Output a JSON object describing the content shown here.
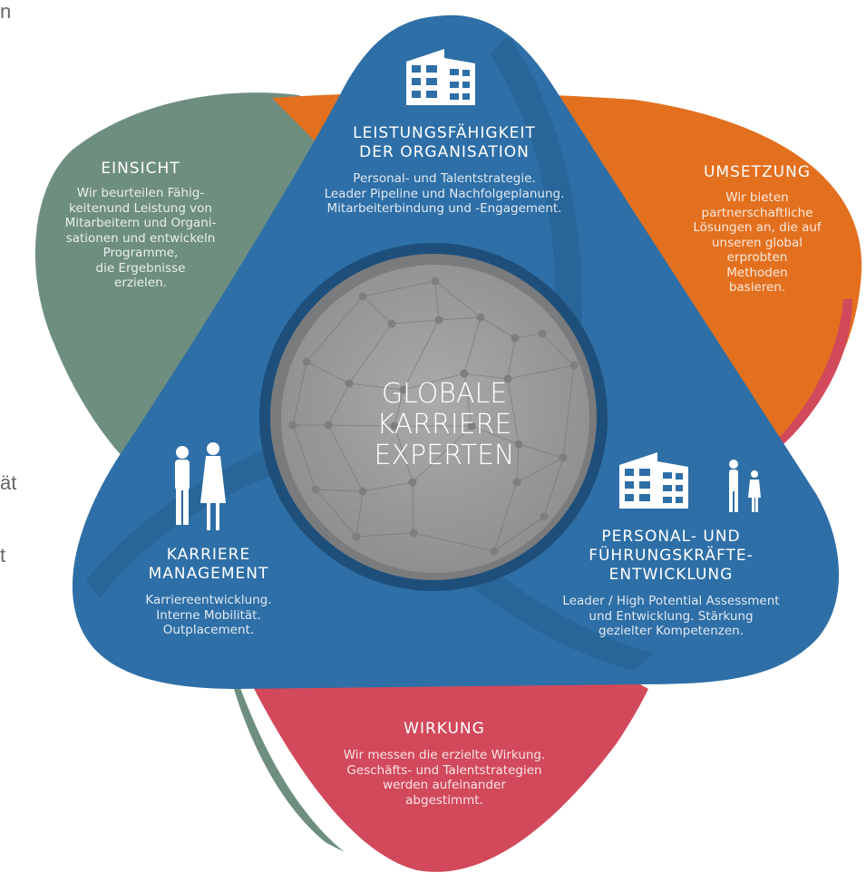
{
  "page_fragments": {
    "top_letter": "n",
    "side_a": "ät",
    "side_b": "t"
  },
  "colors": {
    "green": "#6e8f80",
    "orange": "#e3701f",
    "red": "#d2495b",
    "blue": "#2e6fa7",
    "blue_dark": "#245d8e",
    "circle": "#9a9b9d"
  },
  "center": {
    "text": "GLOBALE\nKARRIERE\nEXPERTEN"
  },
  "segments": {
    "einsicht": {
      "title": "EINSICHT",
      "body": "Wir beurteilen Fähig-\nkeitenund Leistung von\nMitarbeitern und Organi-\nsationen und entwickeln\nProgramme,\ndie Ergebnisse\nerzielen."
    },
    "umsetzung": {
      "title": "UMSETZUNG",
      "body": "Wir bieten\npartnerschaftliche\nLösungen an, die auf\nunseren global\nerprobten\nMethoden\nbasieren."
    },
    "wirkung": {
      "title": "WIRKUNG",
      "body": "Wir messen die erzielte Wirkung.\nGeschäfts- und Talentstrategien\nwerden aufeinander\nabgestimmt."
    },
    "organisation": {
      "title": "LEISTUNGSFÄHIGKEIT\nDER ORGANISATION",
      "body": "Personal- und Talentstrategie.\nLeader Pipeline und Nachfolgeplanung.\nMitarbeiterbindung und -Engagement."
    },
    "karriere": {
      "title": "KARRIERE\nMANAGEMENT",
      "body": "Karriereentwicklung.\nInterne Mobilität.\nOutplacement."
    },
    "entwicklung": {
      "title": "PERSONAL- UND\nFÜHRUNGSKRÄFTE-\nENTWICKLUNG",
      "body": "Leader / High Potential Assessment\nund Entwicklung. Stärkung\ngezielter Kompetenzen."
    }
  }
}
